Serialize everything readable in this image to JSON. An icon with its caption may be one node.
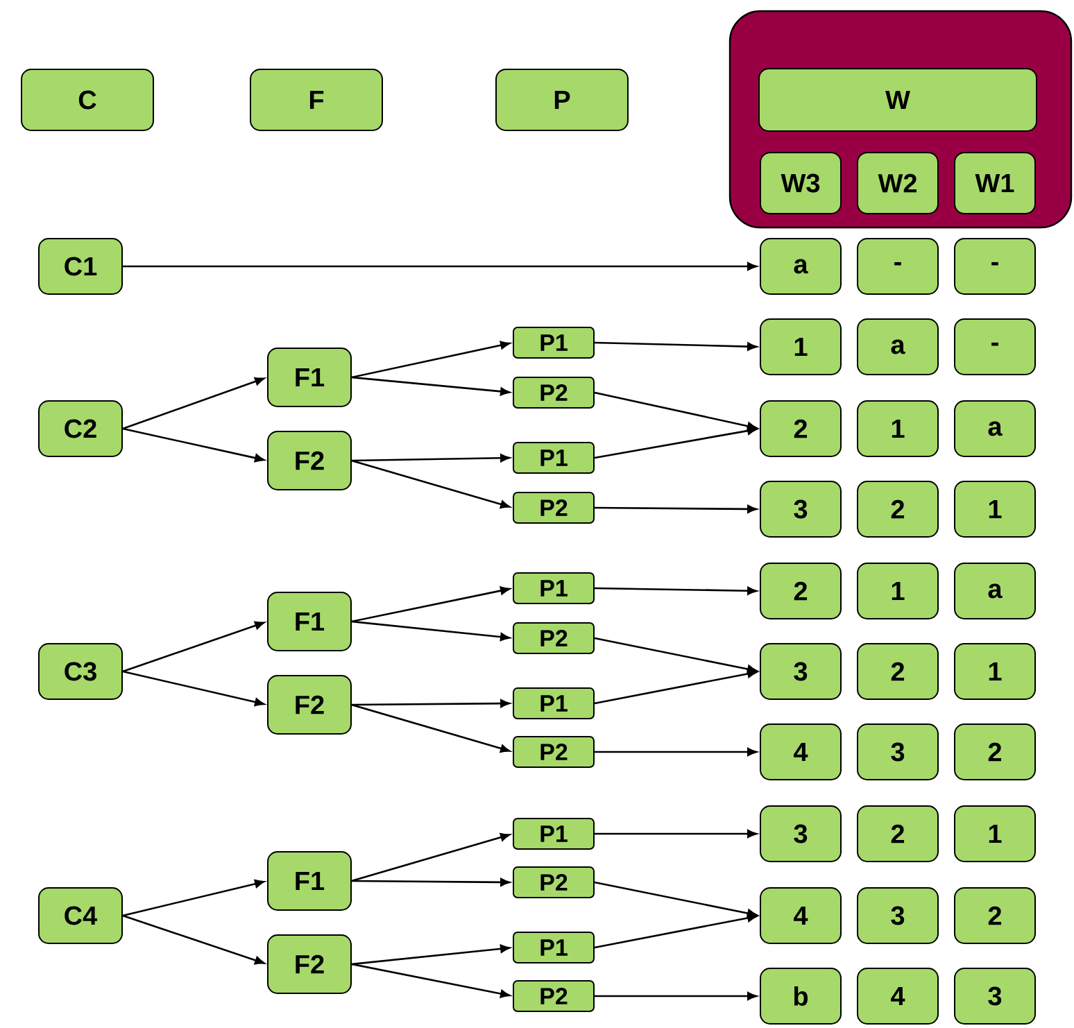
{
  "diagram": {
    "nodes": [
      {
        "text": [
          "C"
        ]
      },
      {
        "text": [
          "F"
        ]
      },
      {
        "text": [
          "P"
        ]
      },
      {
        "text": [],
        "shape": "box"
      },
      {
        "text": [
          "W"
        ],
        "in": 3
      },
      {
        "text": [
          "W3"
        ],
        "in": 3
      },
      {
        "text": [
          "W2"
        ],
        "in": 3
      },
      {
        "text": [
          "W1"
        ],
        "in": 3
      },
      {
        "text": [
          "C1"
        ]
      },
      {
        "text": [
          "a"
        ]
      },
      {
        "text": [
          "-"
        ]
      },
      {
        "text": [
          "-"
        ]
      },
      {
        "text": [
          "C2"
        ]
      },
      {
        "text": [
          "F1"
        ]
      },
      {
        "text": [
          "F2"
        ]
      },
      {
        "text": [
          "P1"
        ]
      },
      {
        "text": [
          "P2"
        ]
      },
      {
        "text": [
          "P1"
        ]
      },
      {
        "text": [
          "P2"
        ]
      },
      {
        "text": [
          "1"
        ]
      },
      {
        "text": [
          "a"
        ]
      },
      {
        "text": [
          "-"
        ]
      },
      {
        "text": [
          "2"
        ]
      },
      {
        "text": [
          "1"
        ]
      },
      {
        "text": [
          "a"
        ]
      },
      {
        "text": [
          "3"
        ]
      },
      {
        "text": [
          "2"
        ]
      },
      {
        "text": [
          "1"
        ]
      },
      {
        "text": [
          "C3"
        ]
      },
      {
        "text": [
          "F1"
        ]
      },
      {
        "text": [
          "F2"
        ]
      },
      {
        "text": [
          "P1"
        ]
      },
      {
        "text": [
          "P2"
        ]
      },
      {
        "text": [
          "P1"
        ]
      },
      {
        "text": [
          "P2"
        ]
      },
      {
        "text": [
          "2"
        ]
      },
      {
        "text": [
          "1"
        ]
      },
      {
        "text": [
          "a"
        ]
      },
      {
        "text": [
          "3"
        ]
      },
      {
        "text": [
          "2"
        ]
      },
      {
        "text": [
          "1"
        ]
      },
      {
        "text": [
          "4"
        ]
      },
      {
        "text": [
          "3"
        ]
      },
      {
        "text": [
          "2"
        ]
      },
      {
        "text": [
          "C4"
        ]
      },
      {
        "text": [
          "F1"
        ]
      },
      {
        "text": [
          "F2"
        ]
      },
      {
        "text": [
          "P1"
        ]
      },
      {
        "text": [
          "P2"
        ]
      },
      {
        "text": [
          "P1"
        ]
      },
      {
        "text": [
          "P2"
        ]
      },
      {
        "text": [
          "3"
        ]
      },
      {
        "text": [
          "2"
        ]
      },
      {
        "text": [
          "1"
        ]
      },
      {
        "text": [
          "4"
        ]
      },
      {
        "text": [
          "3"
        ]
      },
      {
        "text": [
          "2"
        ]
      },
      {
        "text": [
          "b"
        ]
      },
      {
        "text": [
          "4"
        ]
      },
      {
        "text": [
          "3"
        ]
      }
    ],
    "edges": [
      {
        "from": 8,
        "to": 9,
        "arrow": "to"
      },
      {
        "from": 12,
        "to": 13,
        "arrow": "to"
      },
      {
        "from": 12,
        "to": 14,
        "arrow": "to"
      },
      {
        "from": 13,
        "to": 15,
        "arrow": "to"
      },
      {
        "from": 13,
        "to": 16,
        "arrow": "to"
      },
      {
        "from": 14,
        "to": 17,
        "arrow": "to"
      },
      {
        "from": 14,
        "to": 18,
        "arrow": "to"
      },
      {
        "from": 15,
        "to": 19,
        "arrow": "to"
      },
      {
        "from": 16,
        "to": 22,
        "arrow": "to"
      },
      {
        "from": 17,
        "to": 22,
        "arrow": "to"
      },
      {
        "from": 18,
        "to": 25,
        "arrow": "to"
      },
      {
        "from": 28,
        "to": 29,
        "arrow": "to"
      },
      {
        "from": 28,
        "to": 30,
        "arrow": "to"
      },
      {
        "from": 29,
        "to": 31,
        "arrow": "to"
      },
      {
        "from": 29,
        "to": 32,
        "arrow": "to"
      },
      {
        "from": 30,
        "to": 33,
        "arrow": "to"
      },
      {
        "from": 30,
        "to": 34,
        "arrow": "to"
      },
      {
        "from": 31,
        "to": 35,
        "arrow": "to"
      },
      {
        "from": 32,
        "to": 38,
        "arrow": "to"
      },
      {
        "from": 33,
        "to": 38,
        "arrow": "to"
      },
      {
        "from": 34,
        "to": 41,
        "arrow": "to"
      },
      {
        "from": 44,
        "to": 45,
        "arrow": "to"
      },
      {
        "from": 44,
        "to": 46,
        "arrow": "to"
      },
      {
        "from": 45,
        "to": 47,
        "arrow": "to"
      },
      {
        "from": 45,
        "to": 48,
        "arrow": "to"
      },
      {
        "from": 46,
        "to": 49,
        "arrow": "to"
      },
      {
        "from": 46,
        "to": 50,
        "arrow": "to"
      },
      {
        "from": 47,
        "to": 51,
        "arrow": "to"
      },
      {
        "from": 48,
        "to": 54,
        "arrow": "to"
      },
      {
        "from": 49,
        "to": 54,
        "arrow": "to"
      },
      {
        "from": 50,
        "to": 57,
        "arrow": "to"
      }
    ]
  }
}
